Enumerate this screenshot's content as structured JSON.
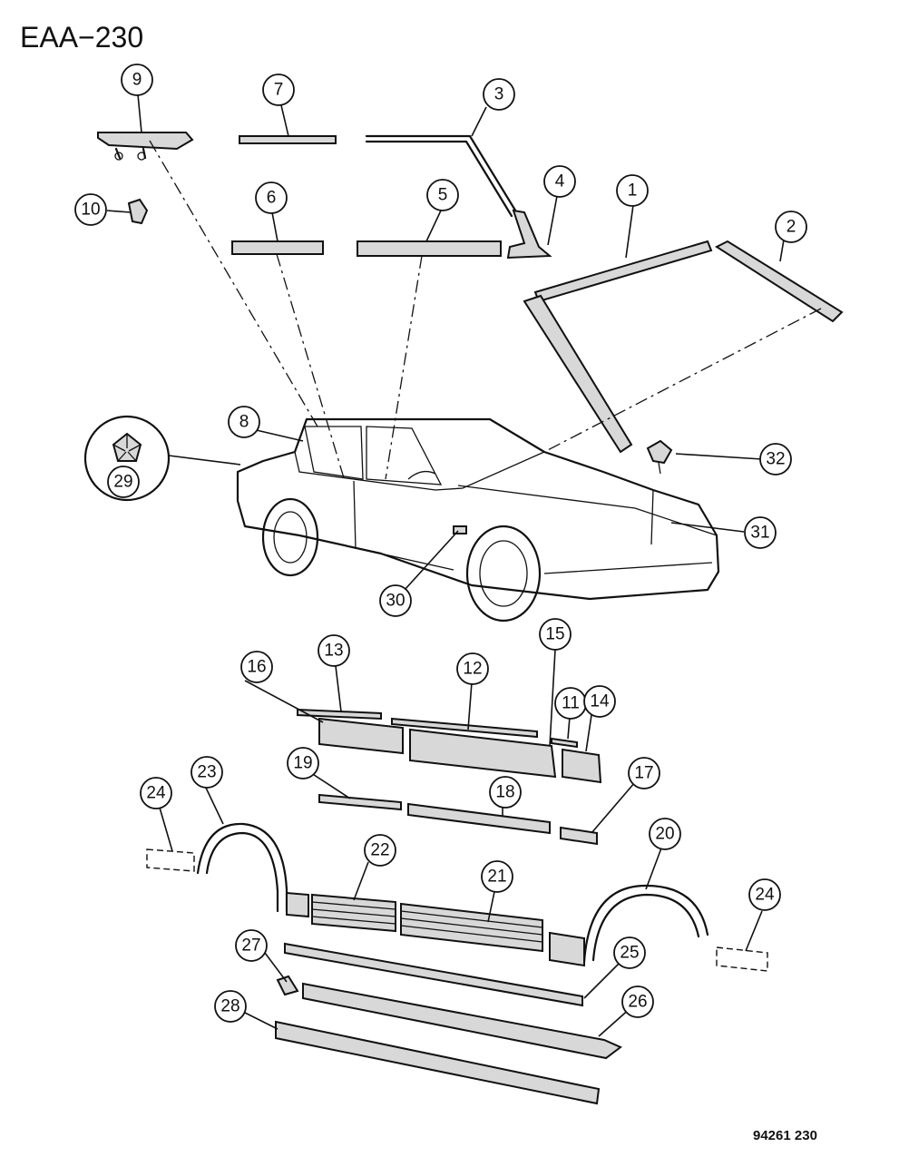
{
  "diagram": {
    "code": "EAA−230",
    "figure_number": "94261 230",
    "callouts": [
      "1",
      "2",
      "3",
      "4",
      "5",
      "6",
      "7",
      "8",
      "9",
      "10",
      "11",
      "12",
      "13",
      "14",
      "15",
      "16",
      "17",
      "18",
      "19",
      "20",
      "21",
      "22",
      "23",
      "24",
      "24",
      "25",
      "26",
      "27",
      "28",
      "29",
      "30",
      "31",
      "32"
    ],
    "colors": {
      "line": "#111111",
      "background": "#ffffff",
      "part_shade": "#d8d8d8"
    },
    "icons": [
      "pentastar-emblem-icon",
      "hood-ornament-icon"
    ]
  }
}
